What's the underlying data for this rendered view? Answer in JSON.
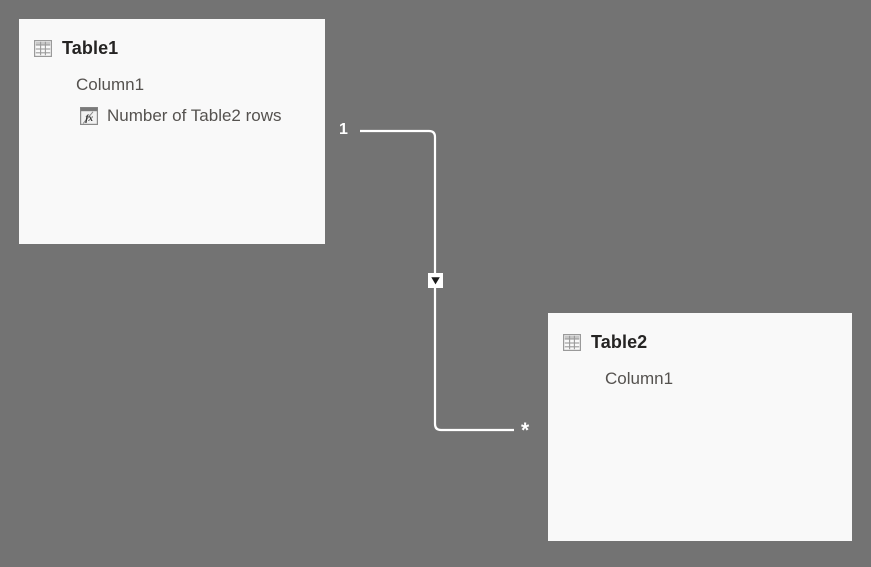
{
  "canvas": {
    "background_color": "#737373",
    "card_background_color": "#f9f9f9",
    "relationship_line_color": "#ffffff",
    "title_color": "#252423",
    "field_color": "#55524f"
  },
  "tables": [
    {
      "name": "Table1",
      "icon": "table-grid-icon",
      "fields": [
        {
          "label": "Column1",
          "type": "column",
          "icon": null
        },
        {
          "label": "Number of Table2 rows",
          "type": "measure",
          "icon": "measure-fx-icon"
        }
      ]
    },
    {
      "name": "Table2",
      "icon": "table-grid-icon",
      "fields": [
        {
          "label": "Column1",
          "type": "column",
          "icon": null
        }
      ]
    }
  ],
  "relationship": {
    "from_table": "Table1",
    "to_table": "Table2",
    "from_cardinality": "1",
    "to_cardinality": "*",
    "cross_filter_direction": "single",
    "direction_marker": "filter-direction-arrow-icon"
  }
}
